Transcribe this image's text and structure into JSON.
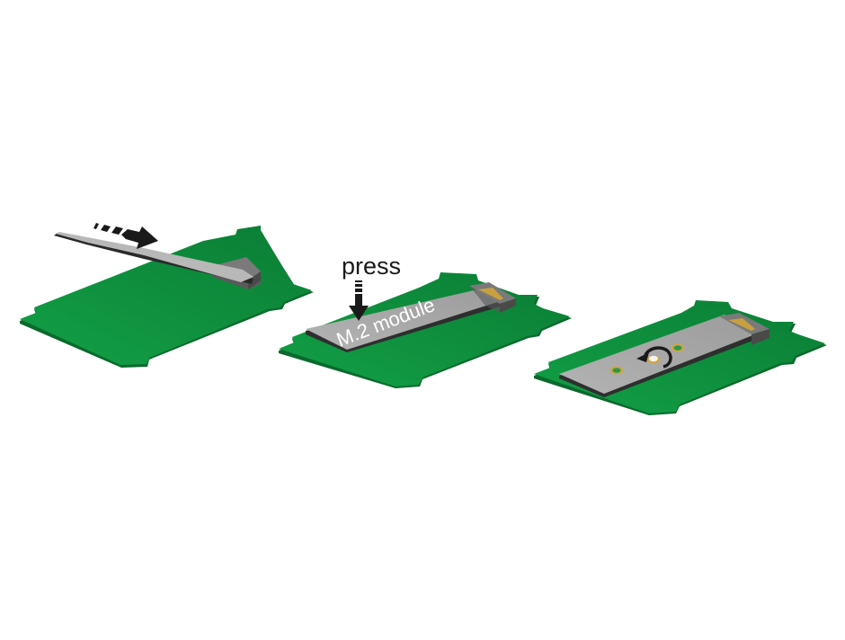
{
  "diagram": {
    "description": "Three-step installation of an M.2 module onto a green adapter board",
    "colors": {
      "background": "#ffffff",
      "board": "#0e8a3c",
      "board_light": "#14a347",
      "board_edge": "#0a6a2c",
      "module": "#a9a9a9",
      "module_edge": "#7d7d7d",
      "connector": "#6e6e6e",
      "connector_dark": "#4a4a4a",
      "arrow": "#1a1a1a",
      "screw_ring": "#d4a53a",
      "screw_hole": "#2a9a4a"
    },
    "steps": [
      {
        "index": 1,
        "name": "insert",
        "action_icon": "dashed-arrow-right",
        "description": "M.2 module inserted at an angle into connector"
      },
      {
        "index": 2,
        "name": "press",
        "label": "press",
        "module_label": "M.2 module",
        "action_icon": "dashed-arrow-down"
      },
      {
        "index": 3,
        "name": "fasten",
        "action_icon": "rotate-arrow",
        "description": "Screw fastened to secure module"
      }
    ]
  }
}
